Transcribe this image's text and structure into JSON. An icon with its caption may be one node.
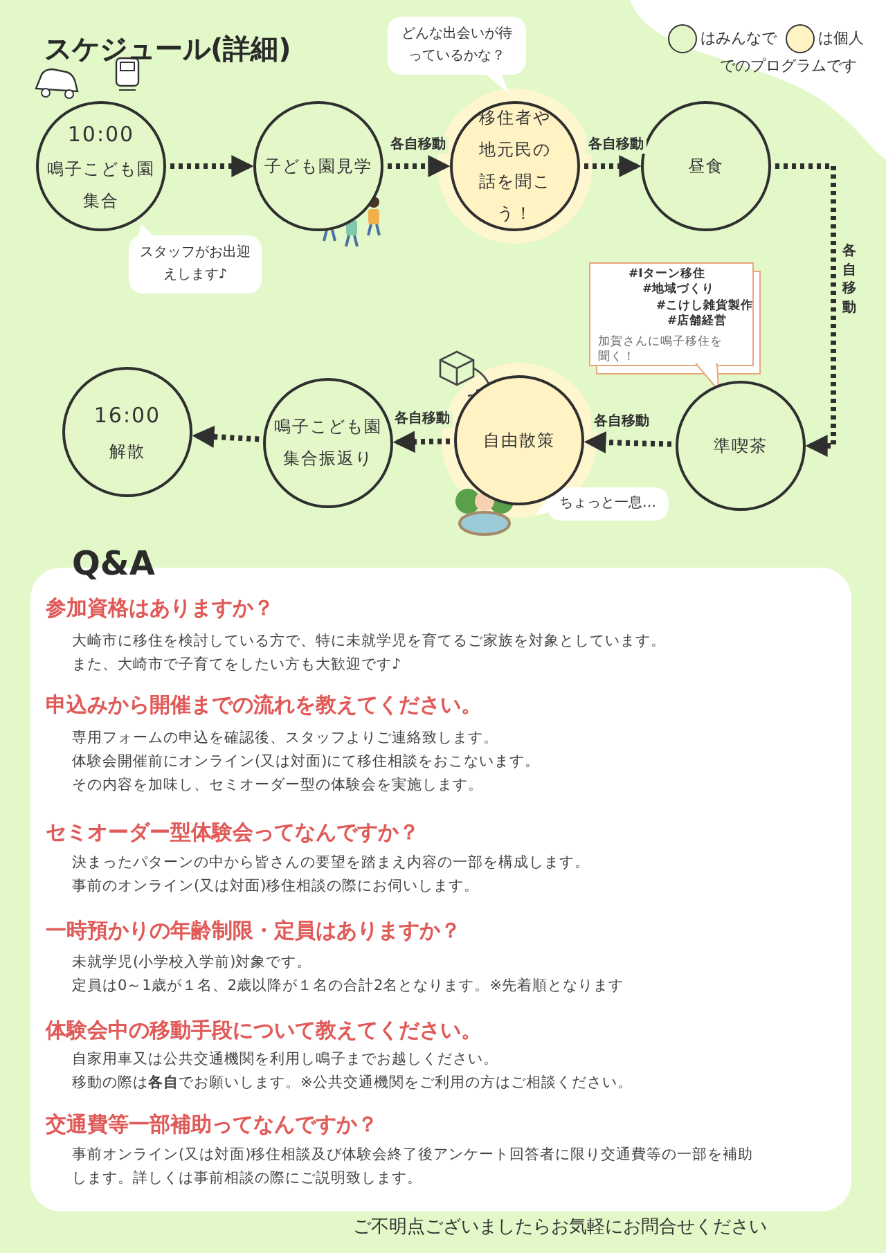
{
  "diagram": {
    "title": "スケジュール(詳細)",
    "nodes": [
      {
        "text": [
          "10:00",
          "鳴子こども園集合"
        ],
        "beside": [
          "スタッフがお出迎えします♪"
        ]
      },
      {
        "text": [
          "子ども園見学"
        ]
      },
      {
        "text": [
          "移住者や地元民の話を聞こう！"
        ],
        "beside": [
          "どんな出会いが待っているかな？"
        ]
      },
      {
        "text": [
          "昼食"
        ]
      },
      {
        "text": [
          "準喫茶"
        ],
        "beside": [
          "#Iターン移住",
          "#地域づくり",
          "#こけし雑貨製作",
          "#店舗経営",
          "加賀さんに鳴子移住を聞く！"
        ]
      },
      {
        "text": [
          "自由散策"
        ],
        "beside": [
          "ちょっと一息…"
        ]
      },
      {
        "text": [
          "鳴子こども園集合振返り"
        ]
      },
      {
        "text": [
          "16:00",
          "解散"
        ]
      }
    ],
    "edges": [
      {
        "from": 0,
        "to": 1,
        "arrow": "to"
      },
      {
        "from": 1,
        "to": 2,
        "arrow": "to",
        "label": "各自移動"
      },
      {
        "from": 2,
        "to": 3,
        "arrow": "to",
        "label": "各自移動"
      },
      {
        "from": 3,
        "to": 4,
        "arrow": "to",
        "label": "各自移動"
      },
      {
        "from": 4,
        "to": 5,
        "arrow": "to",
        "label": "各自移動"
      },
      {
        "from": 5,
        "to": 6,
        "arrow": "to",
        "label": "各自移動"
      },
      {
        "from": 6,
        "to": 7,
        "arrow": "to"
      }
    ],
    "labels": [
      "でのプログラムです",
      "Q&A",
      "参加資格はありますか？",
      "大崎市に移住を検討している方で、特に未就学児を育てるご家族を対象としています。",
      "また、大崎市で子育てをしたい方も大歓迎です♪",
      "申込みから開催までの流れを教えてください。",
      "専用フォームの申込を確認後、スタッフよりご連絡致します。",
      "体験会開催前にオンライン(又は対面)にて移住相談をおこないます。",
      "その内容を加味し、セミオーダー型の体験会を実施します。",
      "セミオーダー型体験会ってなんですか？",
      "決まったパターンの中から皆さんの要望を踏まえ内容の一部を構成します。",
      "事前のオンライン(又は対面)移住相談の際にお伺いします。",
      "一時預かりの年齢制限・定員はありますか？",
      "未就学児(小学校入学前)対象です。",
      "定員は0～1歳が１名、2歳以降が１名の合計2名となります。※先着順となります",
      "体験会中の移動手段について教えてください。",
      "自家用車又は公共交通機関を利用し鳴子までお越しください。",
      "移動の際は**各自**でお願いします。※公共交通機関をご利用の方はご相談ください。",
      "交通費等一部補助ってなんですか？",
      "事前オンライン(又は対面)移住相談及び体験会終了後アンケート回答者に限り交通費等の一部を補助します。詳しくは事前相談の際にご説明致します。",
      "ご不明点ございましたらお気軽にお問合せください"
    ],
    "legend": [
      {
        "text": "はみんなで",
        "color": "#e4f7c9"
      },
      {
        "text": "は個人",
        "color": "#fff3c4"
      }
    ]
  }
}
